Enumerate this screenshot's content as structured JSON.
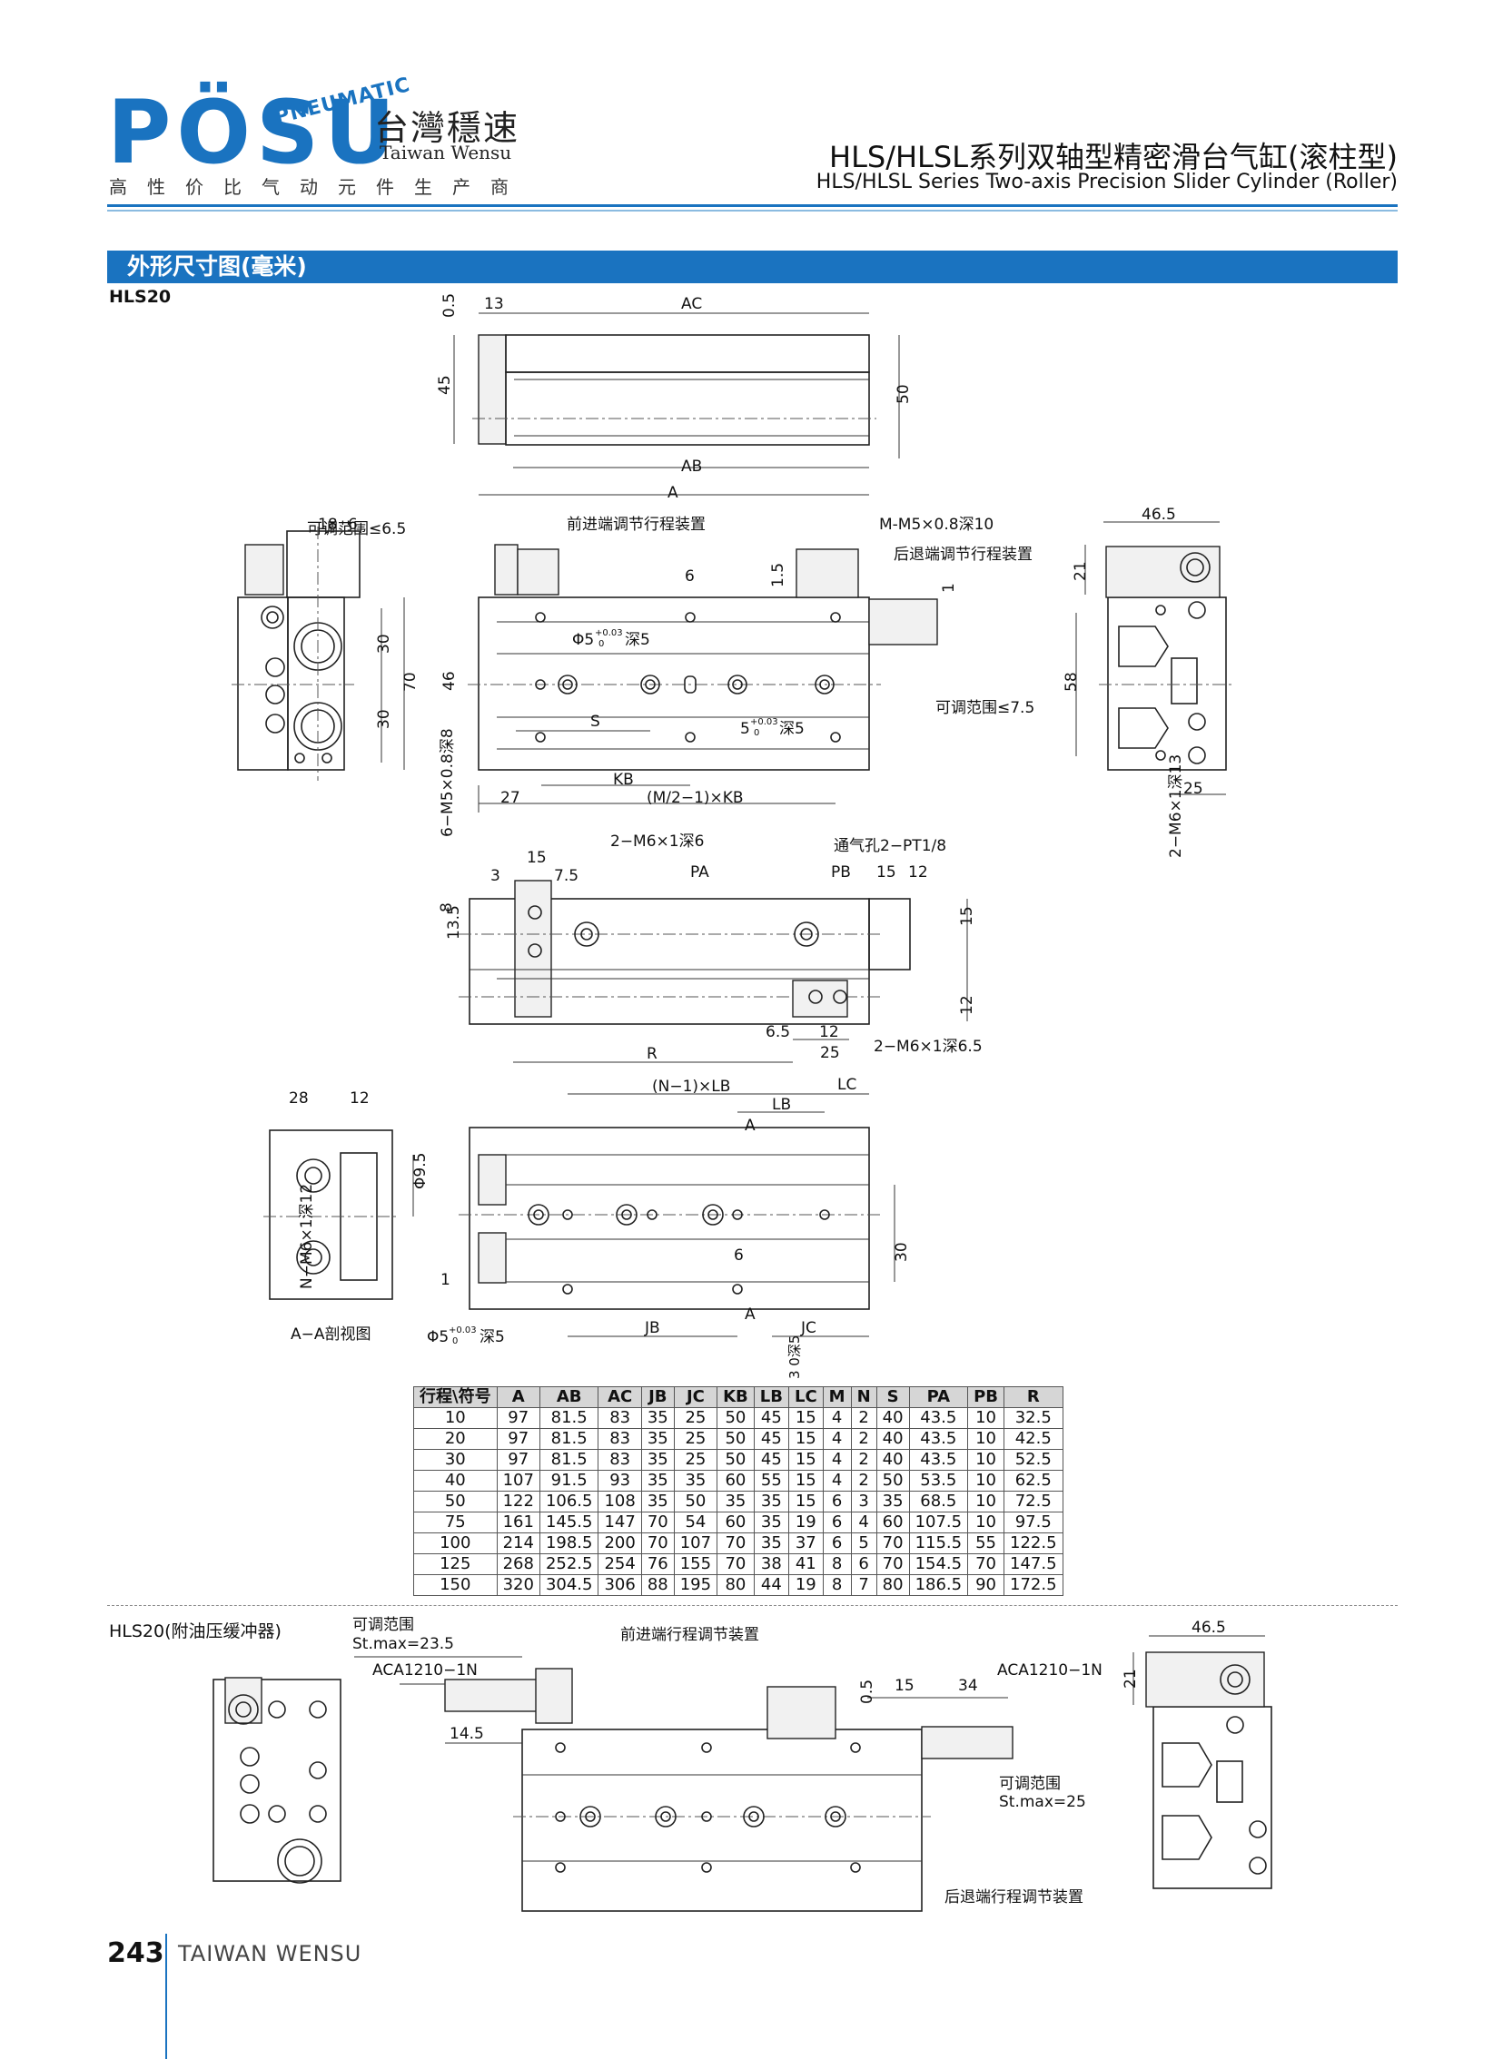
{
  "header": {
    "logo_text": "PÖSU",
    "logo_sub": "PNEUMATIC",
    "brand_cn": "台灣穩速",
    "brand_en": "Taiwan Wensu",
    "tagline": "高性价比气动元件生产商",
    "title_cn": "HLS/HLSL系列双轴型精密滑台气缸(滚柱型)",
    "title_en": "HLS/HLSL Series Two-axis Precision Slider Cylinder (Roller)"
  },
  "section": {
    "title": "外形尺寸图(毫米)"
  },
  "models": {
    "main": "HLS20",
    "buffer": "HLS20(附油压缓冲器)"
  },
  "colors": {
    "brand": "#1a73c0",
    "light": "#8bbbe0"
  },
  "top_view_labels": {
    "d05": "0.5",
    "d13": "13",
    "ac": "AC",
    "d45": "45",
    "d50": "50",
    "ab": "AB",
    "a": "A"
  },
  "main_view_labels": {
    "d18": "18",
    "d6a": "6",
    "adj65": "可调范围≤6.5",
    "front_adj": "前进端调节行程装置",
    "m_thread": "M-M5×0.8深10",
    "rear_adj": "后退端调节行程装置",
    "d15": "1.5",
    "d6b": "6",
    "d1": "1",
    "phi5": "Φ5",
    "phi5_tol": "+0.03",
    "phi5_tol_low": "0",
    "depth5": "深5",
    "s": "S",
    "d46": "46",
    "d30a": "30",
    "d30b": "30",
    "d70": "70",
    "slot5": "5",
    "slot5_tol": "+0.03",
    "slot5_tol_low": "0",
    "slot_depth": "深5",
    "adj75": "可调范围≤7.5",
    "d27": "27",
    "kb": "KB",
    "mkb": "(M/2−1)×KB",
    "six_m5": "6−M5×0.8深8",
    "d465": "46.5",
    "d21": "21",
    "d58": "58",
    "d25": "25",
    "m6_13": "2−M6×1深13"
  },
  "bottom_view_labels": {
    "m6_6": "2−M6×1深6",
    "vent": "通气孔2−PT1/8",
    "d15a": "15",
    "d3": "3",
    "d75": "7.5",
    "pa": "PA",
    "pb": "PB",
    "d15b": "15",
    "d12a": "12",
    "d135": "13.5",
    "d8": "8",
    "d15c": "15",
    "d12b": "12",
    "d65": "6.5",
    "d12c": "12",
    "m6_65": "2−M6×1深6.5",
    "r": "R",
    "d25": "25"
  },
  "section_view_labels": {
    "d28": "28",
    "d12": "12",
    "phi95": "Φ9.5",
    "n_m6": "N−M6×1深12",
    "aa": "A−A剖视图",
    "nlb": "(N−1)×LB",
    "lc": "LC",
    "lb": "LB",
    "a1": "A",
    "d30": "30",
    "d6": "6",
    "d1": "1",
    "a2": "A",
    "jb": "JB",
    "jc": "JC",
    "phi5": "Φ5",
    "phi5_tol": "+0.03",
    "phi5_tol_low": "0",
    "depth5": "深5",
    "slot_v": "5+0.03 0深5"
  },
  "spec_table": {
    "headers": [
      "行程\\符号",
      "A",
      "AB",
      "AC",
      "JB",
      "JC",
      "KB",
      "LB",
      "LC",
      "M",
      "N",
      "S",
      "PA",
      "PB",
      "R"
    ],
    "rows": [
      [
        "10",
        "97",
        "81.5",
        "83",
        "35",
        "25",
        "50",
        "45",
        "15",
        "4",
        "2",
        "40",
        "43.5",
        "10",
        "32.5"
      ],
      [
        "20",
        "97",
        "81.5",
        "83",
        "35",
        "25",
        "50",
        "45",
        "15",
        "4",
        "2",
        "40",
        "43.5",
        "10",
        "42.5"
      ],
      [
        "30",
        "97",
        "81.5",
        "83",
        "35",
        "25",
        "50",
        "45",
        "15",
        "4",
        "2",
        "40",
        "43.5",
        "10",
        "52.5"
      ],
      [
        "40",
        "107",
        "91.5",
        "93",
        "35",
        "35",
        "60",
        "55",
        "15",
        "4",
        "2",
        "50",
        "53.5",
        "10",
        "62.5"
      ],
      [
        "50",
        "122",
        "106.5",
        "108",
        "35",
        "50",
        "35",
        "35",
        "15",
        "6",
        "3",
        "35",
        "68.5",
        "10",
        "72.5"
      ],
      [
        "75",
        "161",
        "145.5",
        "147",
        "70",
        "54",
        "60",
        "35",
        "19",
        "6",
        "4",
        "60",
        "107.5",
        "10",
        "97.5"
      ],
      [
        "100",
        "214",
        "198.5",
        "200",
        "70",
        "107",
        "70",
        "35",
        "37",
        "6",
        "5",
        "70",
        "115.5",
        "55",
        "122.5"
      ],
      [
        "125",
        "268",
        "252.5",
        "254",
        "76",
        "155",
        "70",
        "38",
        "41",
        "8",
        "6",
        "70",
        "154.5",
        "70",
        "147.5"
      ],
      [
        "150",
        "320",
        "304.5",
        "306",
        "88",
        "195",
        "80",
        "44",
        "19",
        "8",
        "7",
        "80",
        "186.5",
        "90",
        "172.5"
      ]
    ]
  },
  "buffer_view_labels": {
    "range_a": "可调范围",
    "stmax_a": "St.max=23.5",
    "aca_a": "ACA1210−1N",
    "front": "前进端行程调节装置",
    "d145": "14.5",
    "d05": "0.5",
    "d15": "15",
    "d34": "34",
    "aca_b": "ACA1210−1N",
    "range_b": "可调范围",
    "stmax_b": "St.max=25",
    "rear": "后退端行程调节装置",
    "d465": "46.5",
    "d21": "21"
  },
  "footer": {
    "page": "243",
    "brand": "TAIWAN WENSU"
  }
}
